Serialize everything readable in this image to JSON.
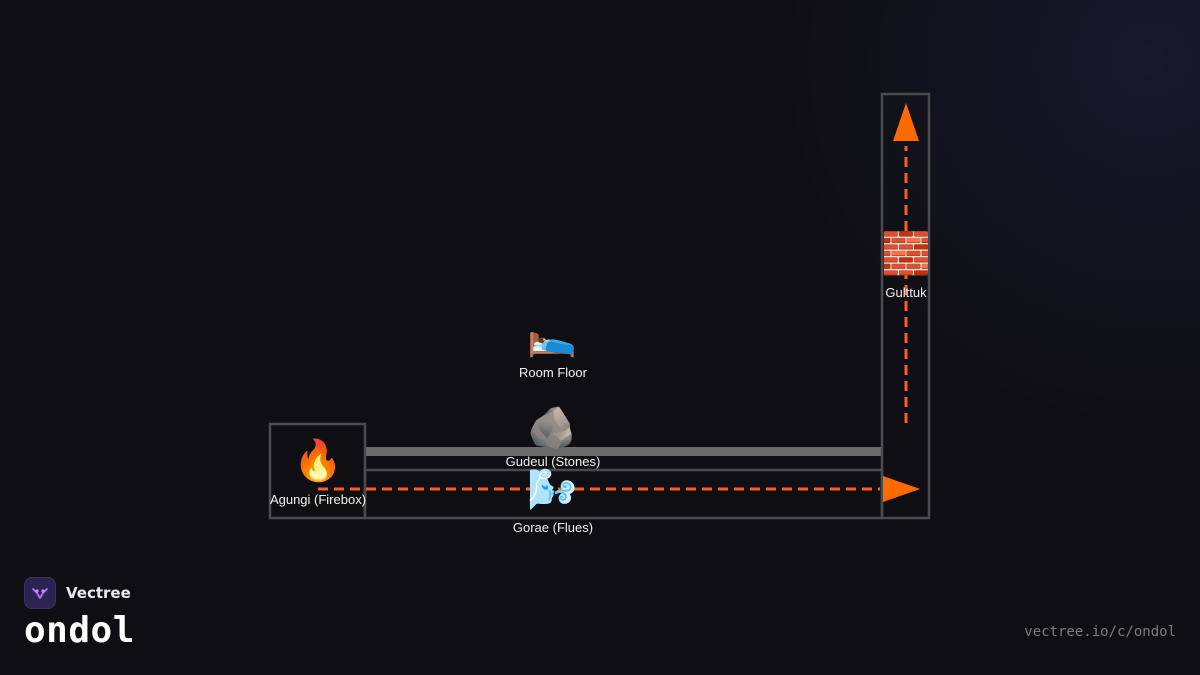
{
  "diagram": {
    "labels": {
      "firebox": "Agungi (Firebox)",
      "room_floor": "Room Floor",
      "stones": "Gudeul (Stones)",
      "flues": "Gorae (Flues)",
      "chimney": "Gulttuk"
    },
    "icons": {
      "firebox": "🔥",
      "room_floor": "🛌",
      "stones": "🪨",
      "flues": "🌬️",
      "chimney": "🧱"
    },
    "colors": {
      "background": "#0f0f13",
      "outline": "#4a4a4f",
      "floor_slab": "#6b6b6b",
      "flow": "#ff5a1f",
      "arrowhead": "#ff6a00"
    }
  },
  "footer": {
    "brand": "Vectree",
    "title": "ondol",
    "url": "vectree.io/c/ondol"
  }
}
